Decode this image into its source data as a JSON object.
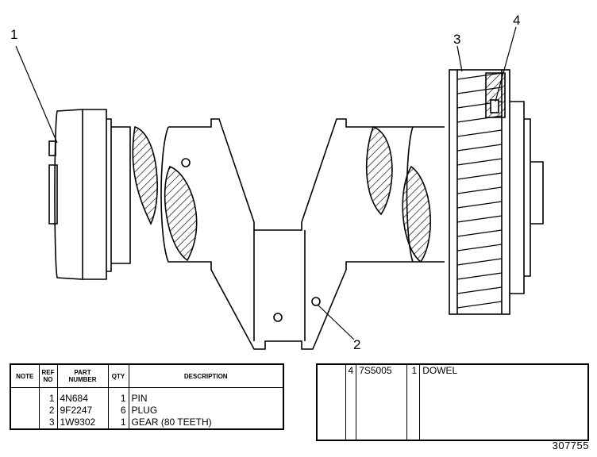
{
  "callouts": {
    "c1": "1",
    "c2": "2",
    "c3": "3",
    "c4": "4"
  },
  "table_left": {
    "headers": {
      "note": "NOTE",
      "ref": "REF NO",
      "part": "PART NUMBER",
      "qty": "QTY",
      "desc": "DESCRIPTION"
    },
    "rows": [
      {
        "ref": "1",
        "part": "4N684",
        "qty": "1",
        "desc": "PIN"
      },
      {
        "ref": "2",
        "part": "9F2247",
        "qty": "6",
        "desc": "PLUG"
      },
      {
        "ref": "3",
        "part": "1W9302",
        "qty": "1",
        "desc": "GEAR (80 TEETH)"
      }
    ]
  },
  "table_right": {
    "rows": [
      {
        "ref": "4",
        "part": "7S5005",
        "qty": "1",
        "desc": "DOWEL"
      }
    ]
  },
  "figure_id": "307755"
}
